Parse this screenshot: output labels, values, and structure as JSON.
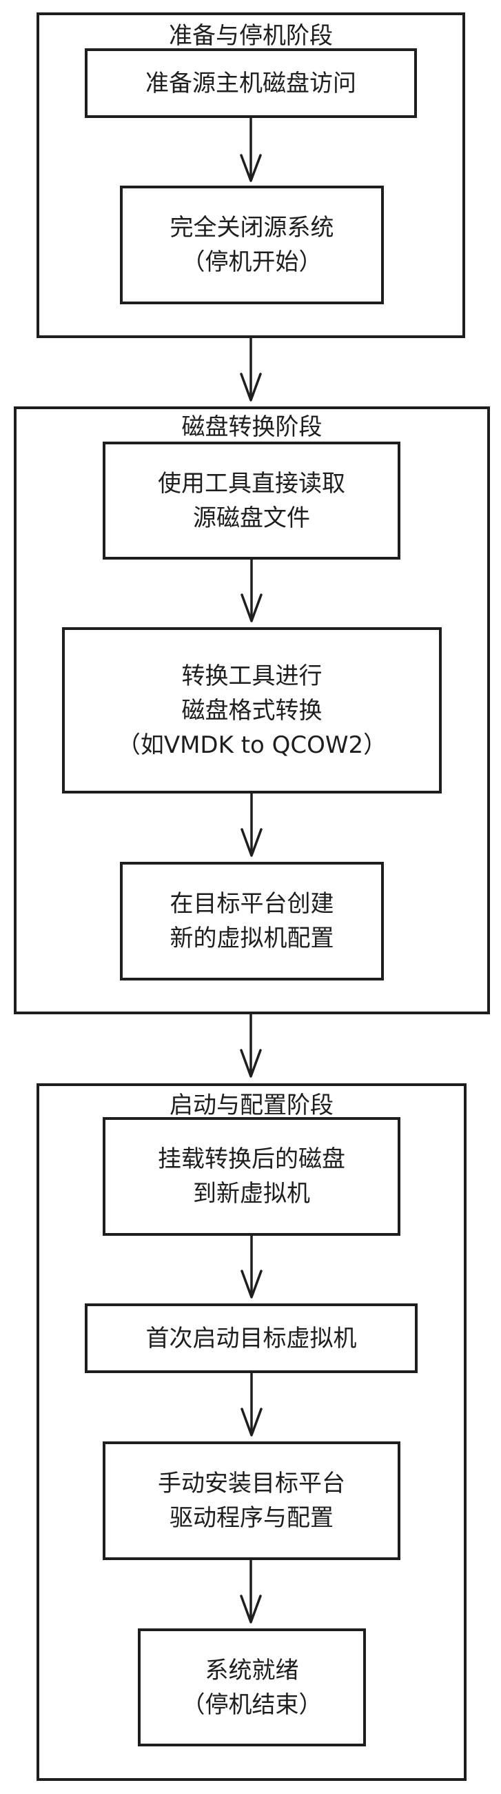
{
  "diagram": {
    "type": "flowchart",
    "stroke_color": "#1e1e1e",
    "background": "#ffffff",
    "groups": [
      {
        "id": "g1",
        "title": "准备与停机阶段",
        "nodes": [
          {
            "id": "n1",
            "lines": [
              "准备源主机磁盘访问"
            ]
          },
          {
            "id": "n2",
            "lines": [
              "完全关闭源系统",
              "（停机开始）"
            ]
          }
        ]
      },
      {
        "id": "g2",
        "title": "磁盘转换阶段",
        "nodes": [
          {
            "id": "n3",
            "lines": [
              "使用工具直接读取",
              "源磁盘文件"
            ]
          },
          {
            "id": "n4",
            "lines": [
              "转换工具进行",
              "磁盘格式转换",
              "（如VMDK to QCOW2）"
            ]
          },
          {
            "id": "n5",
            "lines": [
              "在目标平台创建",
              "新的虚拟机配置"
            ]
          }
        ]
      },
      {
        "id": "g3",
        "title": "启动与配置阶段",
        "nodes": [
          {
            "id": "n6",
            "lines": [
              "挂载转换后的磁盘",
              "到新虚拟机"
            ]
          },
          {
            "id": "n7",
            "lines": [
              "首次启动目标虚拟机"
            ]
          },
          {
            "id": "n8",
            "lines": [
              "手动安装目标平台",
              "驱动程序与配置"
            ]
          },
          {
            "id": "n9",
            "lines": [
              "系统就绪",
              "（停机结束）"
            ]
          }
        ]
      }
    ],
    "edges": [
      {
        "from": "n1",
        "to": "n2"
      },
      {
        "from": "g1",
        "to": "g2"
      },
      {
        "from": "n3",
        "to": "n4"
      },
      {
        "from": "n4",
        "to": "n5"
      },
      {
        "from": "g2",
        "to": "g3"
      },
      {
        "from": "n6",
        "to": "n7"
      },
      {
        "from": "n7",
        "to": "n8"
      },
      {
        "from": "n8",
        "to": "n9"
      }
    ]
  }
}
